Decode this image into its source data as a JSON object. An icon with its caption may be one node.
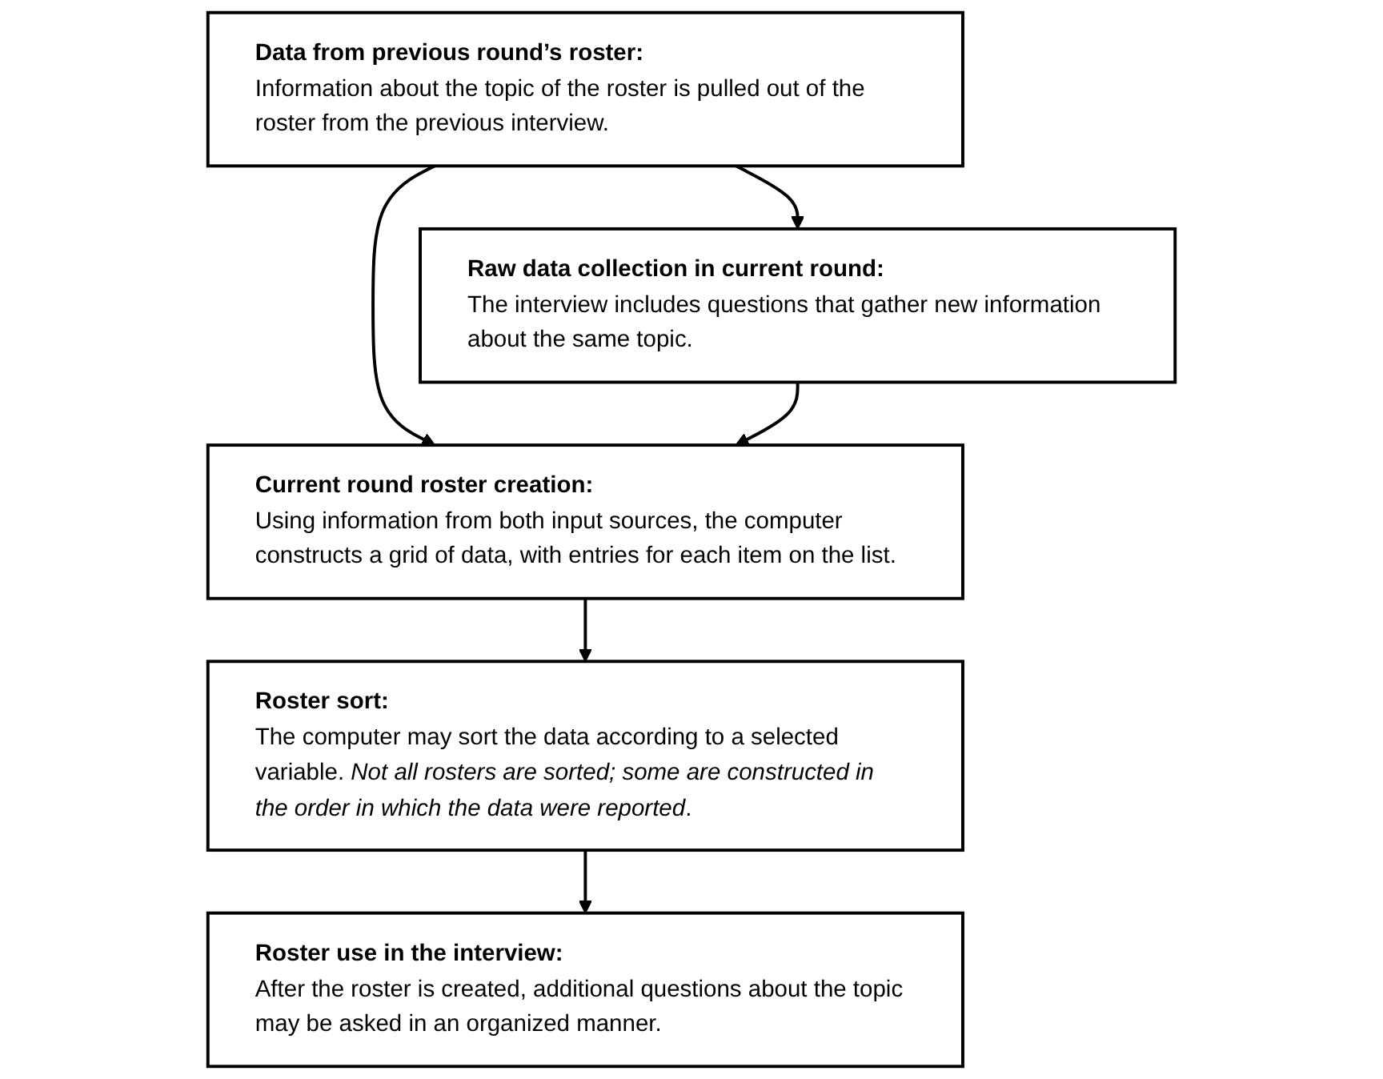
{
  "diagram": {
    "nodes": [
      {
        "text": [
          "Data from previous round’s roster:",
          "Information about the topic of the roster is pulled out of the roster from the previous interview."
        ]
      },
      {
        "text": [
          "Raw data collection in current round:",
          "The interview includes questions that gather new information about the same topic."
        ]
      },
      {
        "text": [
          "Current round roster creation:",
          "Using information from both input sources, the computer constructs a grid of data, with entries for each item on the list."
        ]
      },
      {
        "text": [
          "Roster sort:",
          "The computer may sort the data according to a selected variable. *Not all rosters are sorted; some are constructed in the order in which the data were reported*."
        ]
      },
      {
        "text": [
          "Roster use in the interview:",
          "After the roster is created, additional questions about the topic may be asked in an organized manner."
        ]
      }
    ],
    "edges": [
      {
        "from": 0,
        "to": 1,
        "arrow": "to"
      },
      {
        "from": 0,
        "to": 2,
        "arrow": "to"
      },
      {
        "from": 1,
        "to": 2,
        "arrow": "to"
      },
      {
        "from": 2,
        "to": 3,
        "arrow": "to"
      },
      {
        "from": 3,
        "to": 4,
        "arrow": "to"
      }
    ]
  }
}
